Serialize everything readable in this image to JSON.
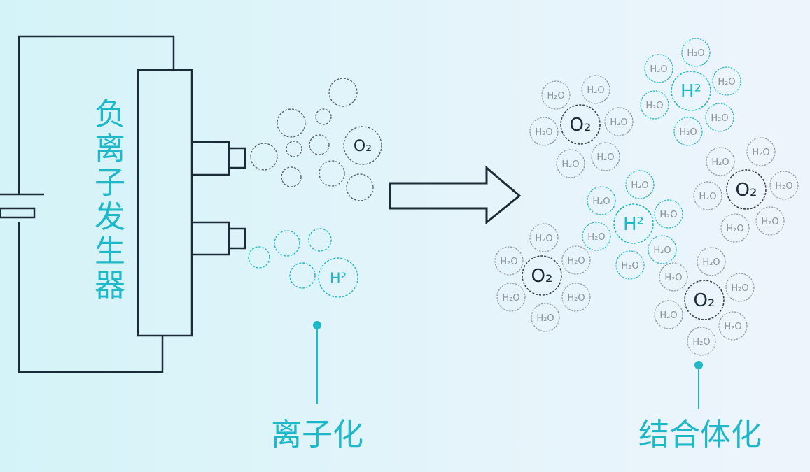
{
  "generator_label": "负离子发生器",
  "ionization_label": "离子化",
  "combination_label": "结合体化",
  "colors": {
    "teal": "#1fb8c8",
    "dark": "#1c2b38",
    "grey": "#8a9299"
  },
  "emitted": {
    "oxygen": "O₂",
    "hydrogen": "H²"
  },
  "clusters": [
    {
      "core": "O₂",
      "kind": "oxygen",
      "neighbors": [
        "H₂O",
        "H₂O",
        "H₂O",
        "H₂O",
        "H₂O",
        "H₂O"
      ]
    },
    {
      "core": "H²",
      "kind": "hydrogen",
      "neighbors": [
        "H₂O",
        "H₂O",
        "H₂O",
        "H₂O",
        "H₂O",
        "H₂O"
      ]
    },
    {
      "core": "O₂",
      "kind": "oxygen",
      "neighbors": [
        "H₂O",
        "H₂O",
        "H₂O",
        "H₂O",
        "H₂O",
        "H₂O"
      ]
    },
    {
      "core": "H²",
      "kind": "hydrogen",
      "neighbors": [
        "H₂O",
        "H₂O",
        "H₂O",
        "H₂O",
        "H₂O",
        "H₂O"
      ]
    },
    {
      "core": "O₂",
      "kind": "oxygen",
      "neighbors": [
        "H₂O",
        "H₂O",
        "H₂O",
        "H₂O",
        "H₂O",
        "H₂O"
      ]
    },
    {
      "core": "O₂",
      "kind": "oxygen",
      "neighbors": [
        "H₂O",
        "H₂O",
        "H₂O",
        "H₂O",
        "H₂O",
        "H₂O"
      ]
    }
  ]
}
